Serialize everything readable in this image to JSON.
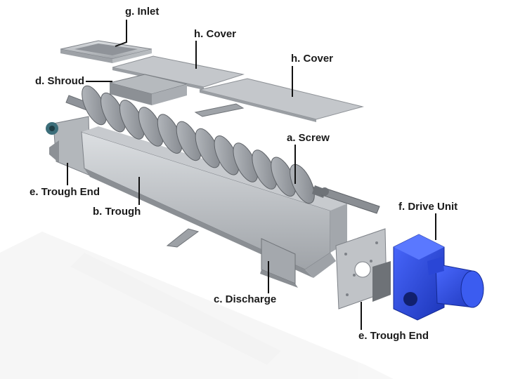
{
  "labels": {
    "inlet": "g. Inlet",
    "cover_1": "h. Cover",
    "cover_2": "h. Cover",
    "shroud": "d. Shroud",
    "screw": "a. Screw",
    "trough_end_left": "e. Trough End",
    "trough": "b. Trough",
    "drive_unit": "f. Drive Unit",
    "discharge": "c. Discharge",
    "trough_end_right": "e. Trough End"
  },
  "colors": {
    "steel_light": "#c9ccd0",
    "steel_mid": "#a7abb0",
    "steel_dark": "#7d8187",
    "drive_blue": "#2a46d6",
    "motor_blue": "#3b5cf0",
    "shadow": "#e6e6e6",
    "leader": "#111111"
  }
}
